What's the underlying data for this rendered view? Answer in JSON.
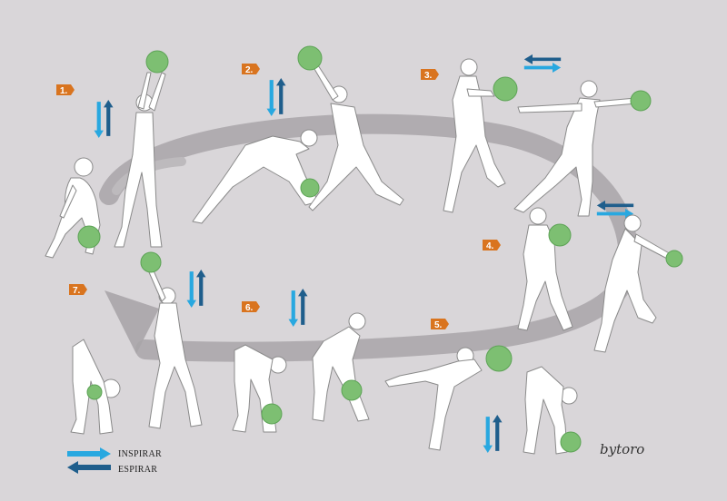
{
  "colors": {
    "background": "#d9d6d9",
    "badge": "#d9741f",
    "ball": "#7dbf72",
    "ball_stroke": "#5da356",
    "arrow_light": "#28a8e0",
    "arrow_dark": "#1f5e8c",
    "path_arrow": "#a8a5a8",
    "figure_fill": "#ffffff",
    "figure_stroke": "#8a8a8a"
  },
  "steps": [
    {
      "label": "1."
    },
    {
      "label": "2."
    },
    {
      "label": "3."
    },
    {
      "label": "4."
    },
    {
      "label": "5."
    },
    {
      "label": "6."
    },
    {
      "label": "7."
    }
  ],
  "legend": {
    "inhale": "INSPIRAR",
    "exhale": "ESPIRAR"
  },
  "signature": "bytoro"
}
